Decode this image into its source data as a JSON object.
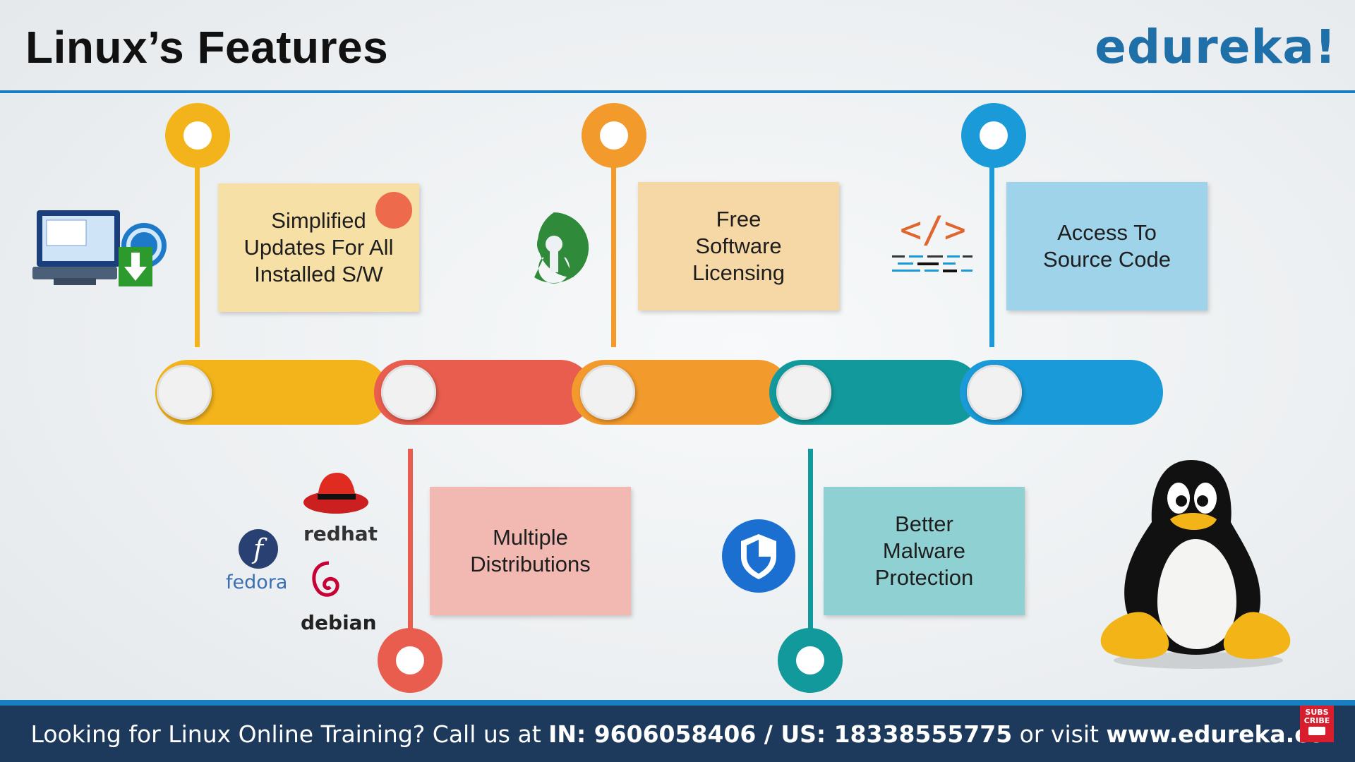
{
  "header": {
    "title": "Linux’s Features",
    "brand": "edureka!"
  },
  "features": [
    {
      "text": "Simplified\nUpdates For All\nInstalled S/W",
      "color": "#f3b41b",
      "box_color": "#f6e0a6"
    },
    {
      "text": "Multiple\nDistributions",
      "color": "#e85d4e",
      "box_color": "#f2b9b3"
    },
    {
      "text": "Free\nSoftware\nLicensing",
      "color": "#f39a2c",
      "box_color": "#f5d8a6"
    },
    {
      "text": "Better\nMalware\nProtection",
      "color": "#12999b",
      "box_color": "#8fd0d2"
    },
    {
      "text": "Access To\nSource Code",
      "color": "#1a9ad8",
      "box_color": "#9fd3ea"
    }
  ],
  "logos": {
    "redhat": "redhat",
    "fedora": "fedora",
    "debian": "debian",
    "code_symbol": "</>"
  },
  "footer": {
    "prefix": "Looking for Linux Online Training? Call us at ",
    "phones": "IN: 9606058406 / US: 18338555775",
    "middle": " or visit ",
    "site": "www.edureka.co",
    "subscribe": "SUBS\nCRIBE"
  },
  "icons": [
    "monitor-update-icon",
    "open-source-icon",
    "code-icon",
    "distro-logos-icon",
    "shield-icon",
    "tux-penguin-icon"
  ]
}
